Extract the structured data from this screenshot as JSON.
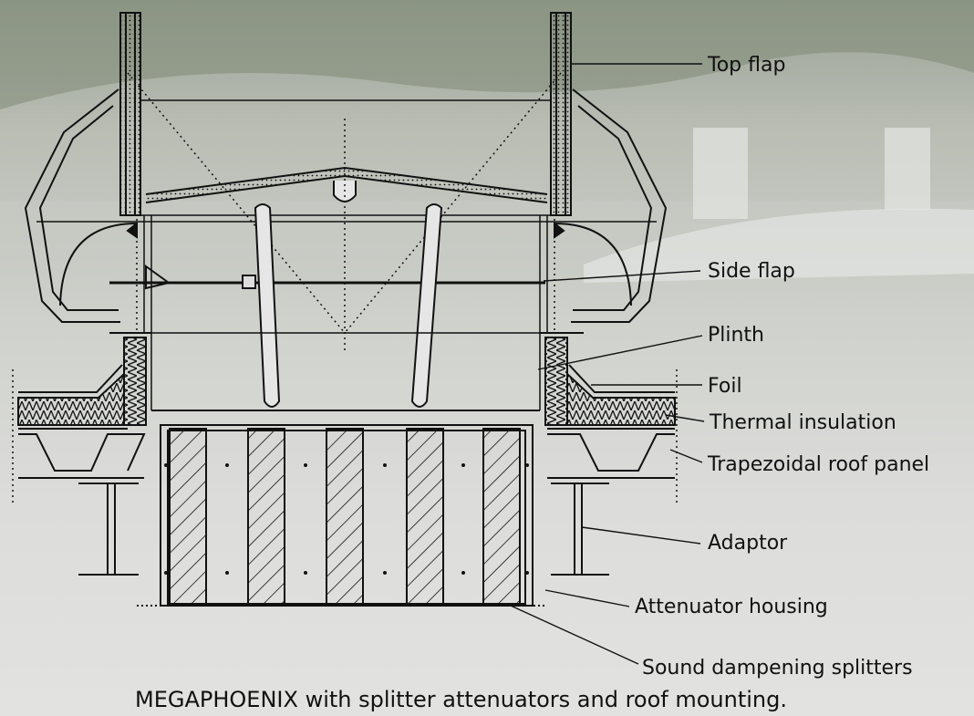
{
  "labels": {
    "top_flap": "Top flap",
    "side_flap": "Side flap",
    "plinth": "Plinth",
    "foil": "Foil",
    "thermal_insulation": "Thermal insulation",
    "trapezoidal_roof_panel": "Trapezoidal roof panel",
    "adaptor": "Adaptor",
    "attenuator_housing": "Attenuator housing",
    "sound_dampening_splitters": "Sound dampening splitters"
  },
  "caption": "MEGAPHOENIX with splitter attenuators and roof mounting.",
  "colors": {
    "line": "#111111",
    "background_top": "#9aa294",
    "background_bottom": "#e2e2e1"
  }
}
